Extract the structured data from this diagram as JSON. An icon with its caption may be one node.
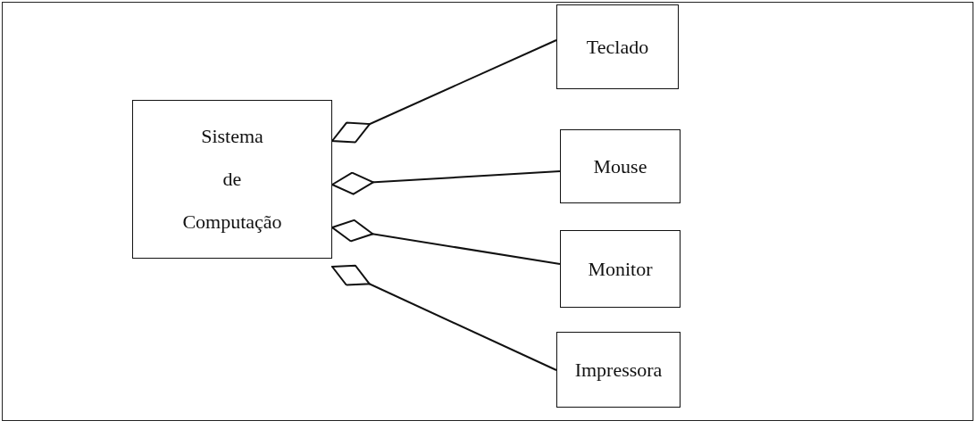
{
  "diagram": {
    "nodes": [
      {
        "text": [
          "Sistema de Computação"
        ]
      },
      {
        "text": [
          "Teclado"
        ]
      },
      {
        "text": [
          "Mouse"
        ]
      },
      {
        "text": [
          "Monitor"
        ]
      },
      {
        "text": [
          "Impressora"
        ]
      }
    ],
    "edges": [
      {
        "from": 0,
        "to": 1,
        "arrow": "other"
      },
      {
        "from": 0,
        "to": 2,
        "arrow": "other"
      },
      {
        "from": 0,
        "to": 3,
        "arrow": "other"
      },
      {
        "from": 0,
        "to": 4,
        "arrow": "other"
      }
    ]
  }
}
